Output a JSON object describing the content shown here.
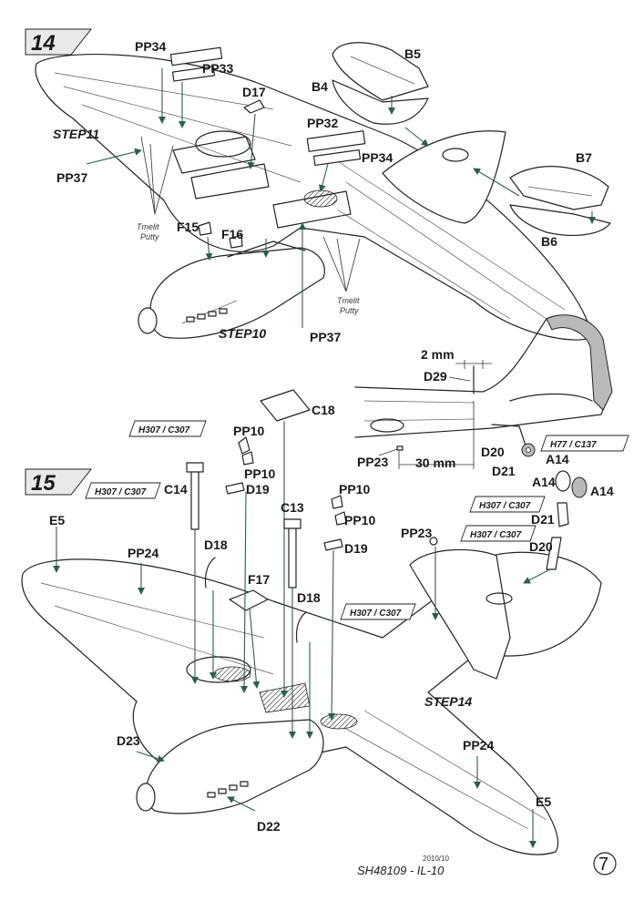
{
  "steps": {
    "s14": "14",
    "s15": "15",
    "step10": "STEP10",
    "step11": "STEP11",
    "step14": "STEP14"
  },
  "parts": {
    "pp34_top": "PP34",
    "pp33": "PP33",
    "d17": "D17",
    "pp32": "PP32",
    "pp34_mid": "PP34",
    "b5": "B5",
    "b4": "B4",
    "b7": "B7",
    "b6": "B6",
    "pp37_left": "PP37",
    "f15": "F15",
    "f16": "F16",
    "pp37_bottom": "PP37",
    "c18": "C18",
    "pp10_a": "PP10",
    "pp10_b": "PP10",
    "c14": "C14",
    "d19_a": "D19",
    "pp10_c": "PP10",
    "pp10_d": "PP10",
    "c13": "C13",
    "d19_b": "D19",
    "e5_left": "E5",
    "pp24_left": "PP24",
    "d18_a": "D18",
    "f17": "F17",
    "d18_b": "D18",
    "pp23_top": "PP23",
    "d29": "D29",
    "pp23_tail": "PP23",
    "d20_tail": "D20",
    "d21_tail": "D21",
    "a14_tail": "A14",
    "a14_a": "A14",
    "a14_b": "A14",
    "d21": "D21",
    "d20": "D20",
    "d23": "D23",
    "d22": "D22",
    "pp24_right": "PP24",
    "e5_right": "E5"
  },
  "notes": {
    "putty_left_1": "Tmelit",
    "putty_left_2": "Putty",
    "putty_right_1": "Tmelit",
    "putty_right_2": "Putty"
  },
  "paints": {
    "p1": "H307 / C307",
    "p2": "H307 / C307",
    "p3": "H307 / C307",
    "p4": "H307 / C307",
    "p5": "H307 / C307",
    "p6": "H77 / C137"
  },
  "dimensions": {
    "d2mm": "2 mm",
    "d30mm": "30 mm"
  },
  "footer": {
    "date": "2010/10",
    "code": "SH48109 - IL-10",
    "page": "7"
  }
}
